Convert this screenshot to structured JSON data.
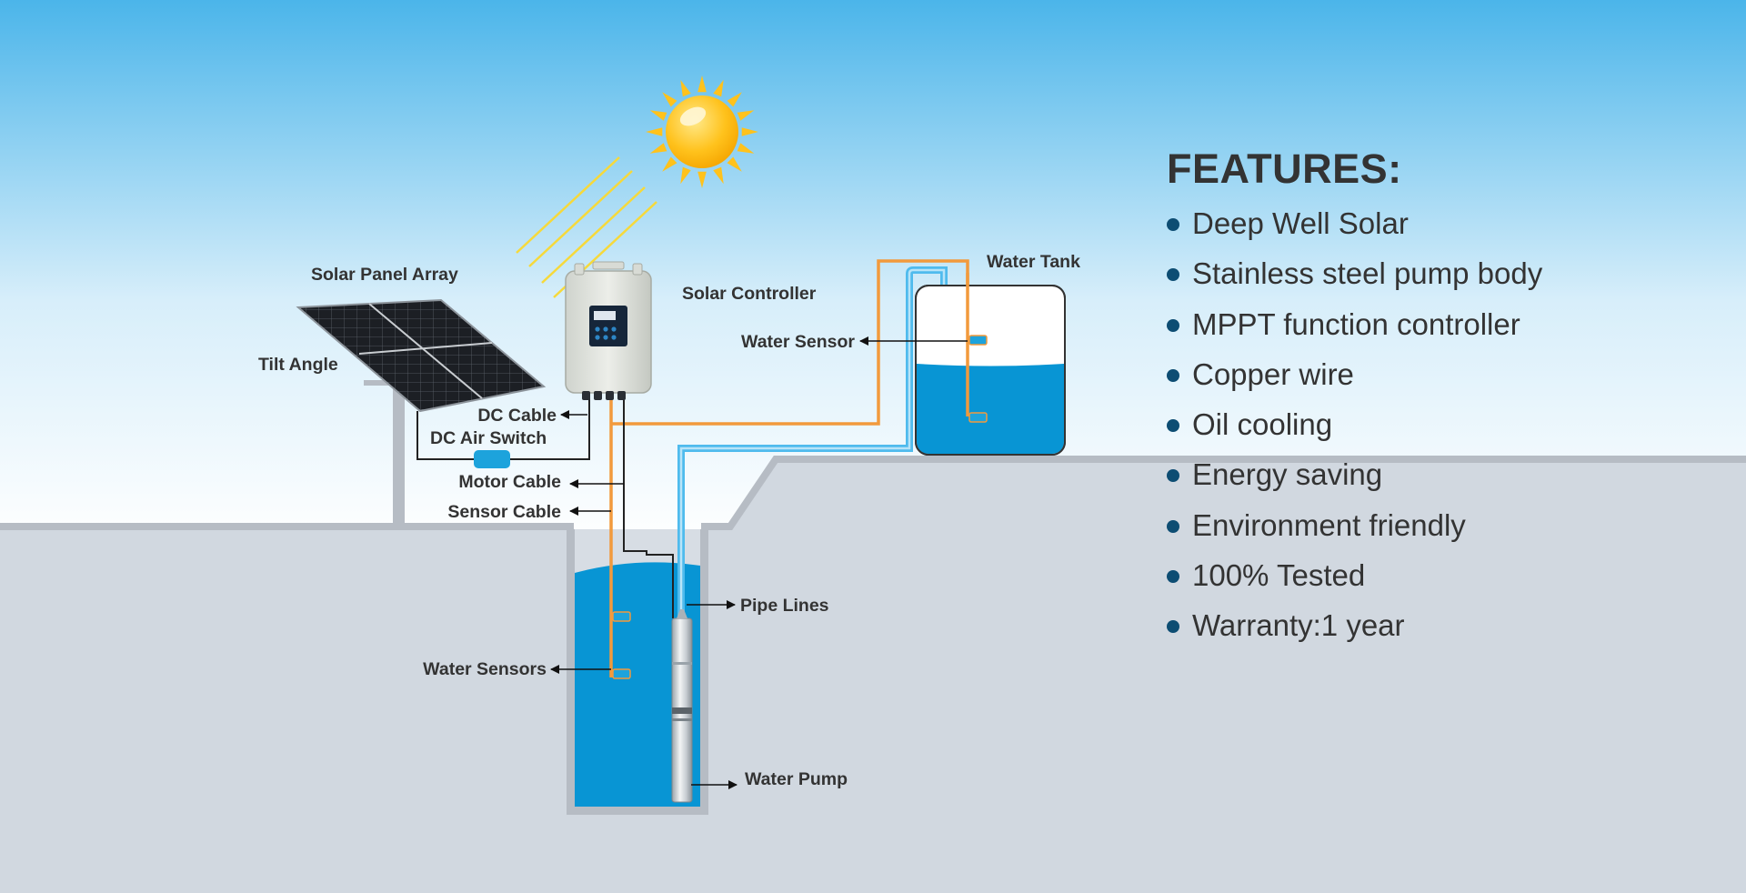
{
  "colors": {
    "sky_top": "#4bb5ea",
    "sky_bottom": "#ffffff",
    "ground": "#d1d8e0",
    "ground_edge": "#b6bcc4",
    "water": "#0895d4",
    "pipe": "#36aee5",
    "cable_orange": "#f29a3c",
    "text": "#333333",
    "bullet": "#0d4d73"
  },
  "labels": {
    "solar_panel_array": "Solar Panel Array",
    "tilt_angle": "Tilt Angle",
    "solar_controller": "Solar Controller",
    "dc_cable": "DC Cable",
    "dc_air_switch": "DC Air Switch",
    "motor_cable": "Motor Cable",
    "sensor_cable": "Sensor Cable",
    "water_tank": "Water Tank",
    "water_sensor": "Water Sensor",
    "pipe_lines": "Pipe Lines",
    "water_sensors": "Water Sensors",
    "water_pump": "Water Pump"
  },
  "features": {
    "title": "FEATURES:",
    "items": [
      "Deep Well Solar",
      "Stainless steel pump body",
      "MPPT function controller",
      "Copper wire",
      "Oil cooling",
      "Energy saving",
      "Environment friendly",
      "100% Tested",
      "Warranty:1 year"
    ]
  },
  "icons": {
    "sun": "sun-icon",
    "bullet": "bullet-dot-icon"
  }
}
